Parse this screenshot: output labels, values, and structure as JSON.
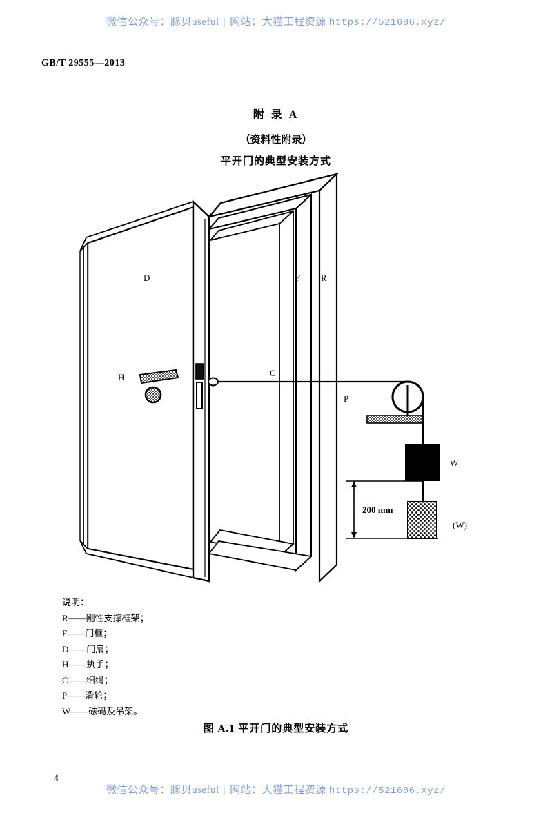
{
  "watermark": {
    "prefix": "微信公众号：豚贝useful",
    "separator": "|",
    "site": "网站：大猫工程资源",
    "url": "https://521686.xyz/"
  },
  "header": {
    "standard_number": "GB/T 29555—2013"
  },
  "footer": {
    "page_number": "4"
  },
  "annex": {
    "title": "附 录 A",
    "subtitle": "（资料性附录）",
    "name": "平开门的典型安装方式"
  },
  "figure": {
    "caption": "图 A.1  平开门的典型安装方式",
    "labels": {
      "door_leaf": "D",
      "door_frame": "F",
      "rigid_frame": "R",
      "handle": "H",
      "cord": "C",
      "pulley": "P",
      "weight": "W",
      "weight_alt": "(W)",
      "dimension": "200 mm"
    }
  },
  "legend": {
    "heading": "说明：",
    "items": [
      {
        "key": "R",
        "dash": "——",
        "text": "刚性支撑框架；"
      },
      {
        "key": "F",
        "dash": "——",
        "text": "门框；"
      },
      {
        "key": "D",
        "dash": "——",
        "text": "门扇；"
      },
      {
        "key": "H",
        "dash": "——",
        "text": "执手；"
      },
      {
        "key": "C",
        "dash": "——",
        "text": "细绳；"
      },
      {
        "key": "P",
        "dash": "——",
        "text": "滑轮；"
      },
      {
        "key": "W",
        "dash": "——",
        "text": "砝码及吊架。"
      }
    ]
  }
}
